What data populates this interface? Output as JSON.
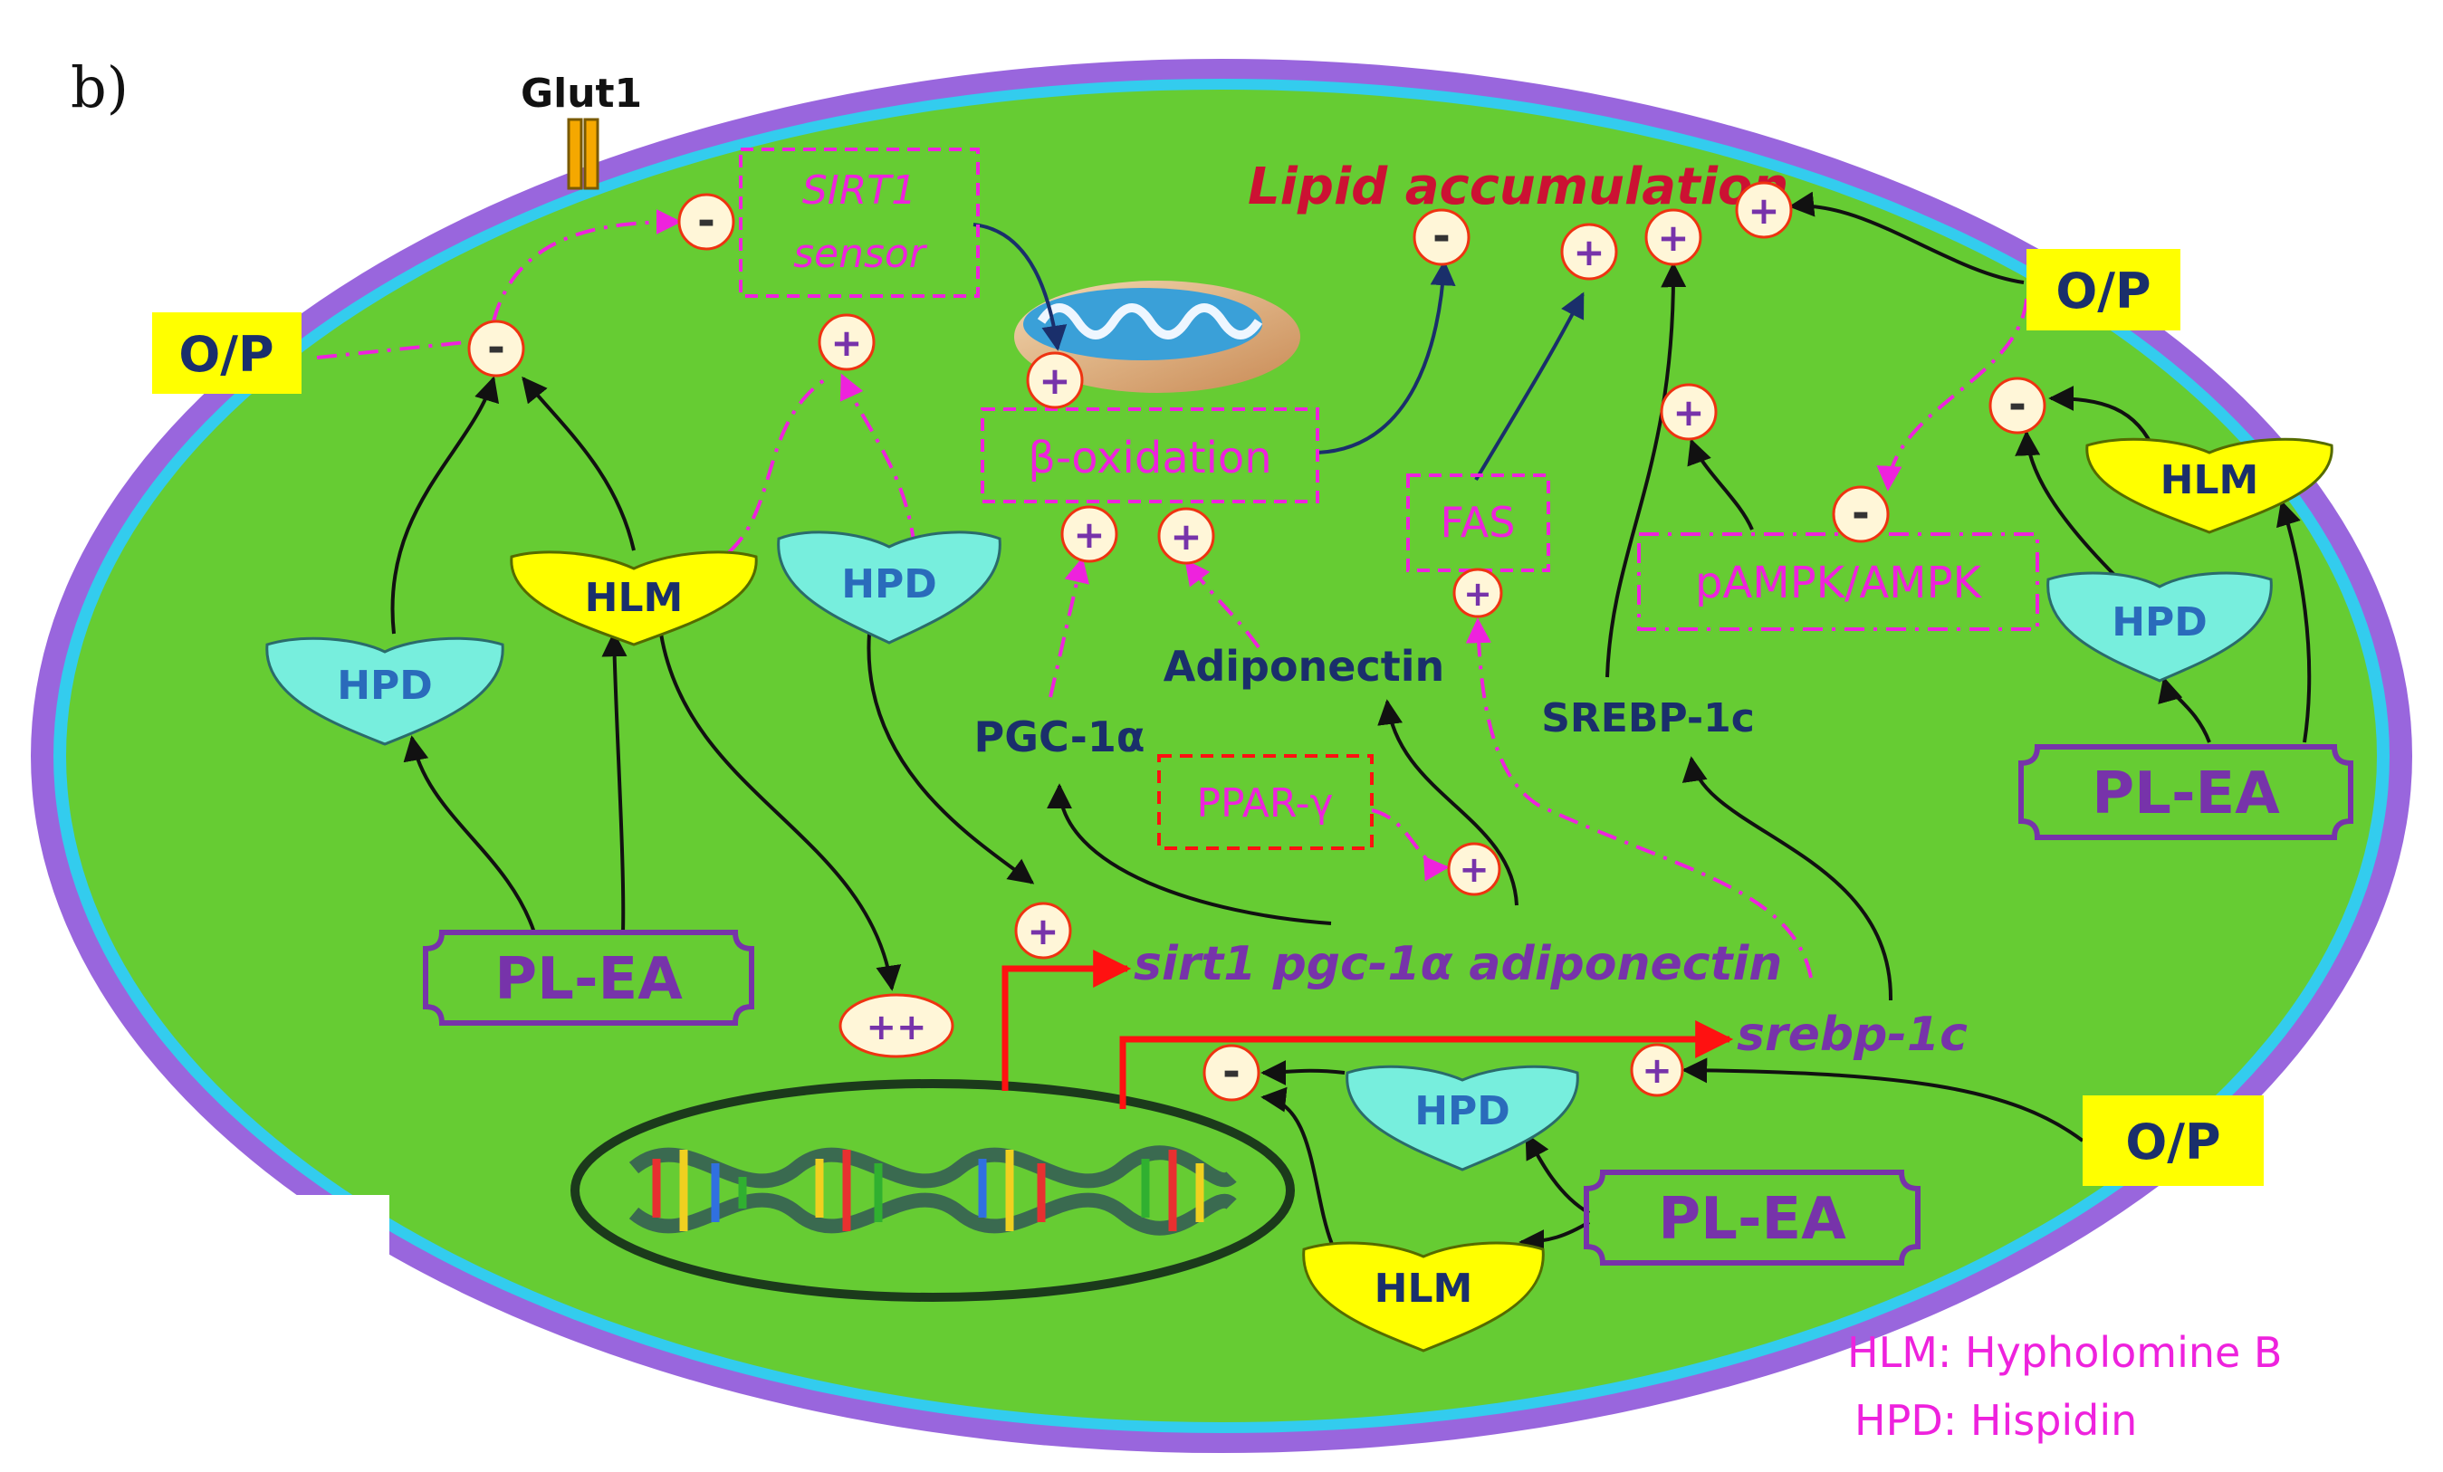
{
  "panel_label": "b)",
  "transporter": "Glut1",
  "sirt1_sensor": [
    "SIRT1",
    "sensor"
  ],
  "beta_oxidation": "β-oxidation",
  "lipid_accumulation": "Lipid accumulation",
  "fas": "FAS",
  "pampk": "pAMPK/AMPK",
  "ppar": "PPAR-γ",
  "pgc1a": "PGC-1α",
  "adiponectin": "Adiponectin",
  "srebp": "SREBP-1c",
  "genes_line1": "sirt1 pgc-1α adiponectin",
  "genes_line2": "srebp-1c",
  "op_label": "O/P",
  "plea_label": "PL-EA",
  "hlm_label": "HLM",
  "hpd_label": "HPD",
  "plus": "+",
  "minus": "-",
  "double_plus": "++",
  "legend": {
    "hlm": "HLM: Hypholomine B",
    "hpd": "HPD: Hispidin"
  },
  "colors": {
    "cell_fill": "#66cc33",
    "membrane_outer": "#9966dd",
    "membrane_inner": "#33ccee",
    "yellow_box": "#ffff00",
    "magenta": "#ee22dd",
    "plea_purple": "#7733aa",
    "navy": "#1a2f6b",
    "hlm_fill": "#ffff00",
    "hpd_fill": "#77eedd",
    "sign_ring": "#ee3311",
    "red_arrow": "#ff1111",
    "lipid_red": "#cc1133"
  }
}
